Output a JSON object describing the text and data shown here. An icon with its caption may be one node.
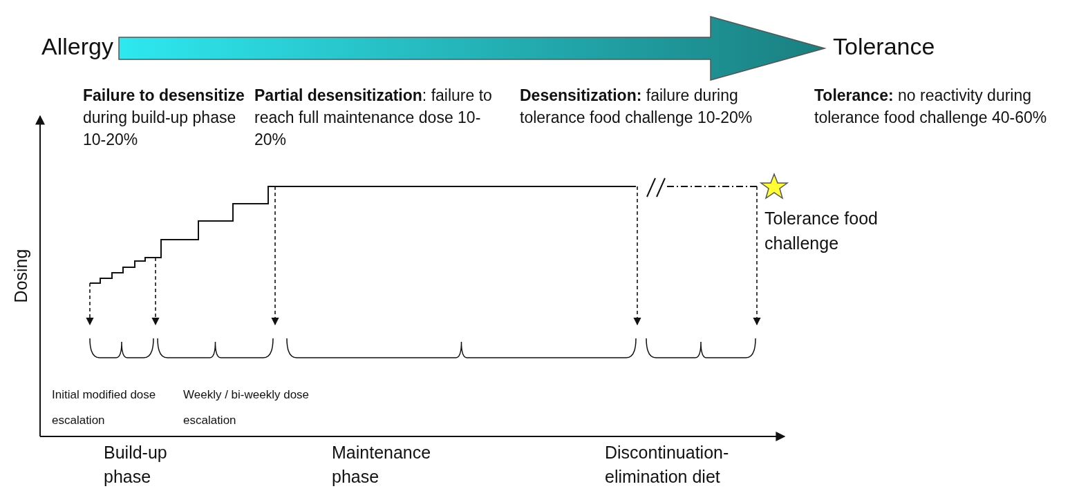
{
  "diagram": {
    "nodes": [
      {
        "text": [
          "Allergy"
        ]
      },
      {
        "text": [
          "Tolerance"
        ]
      }
    ],
    "edges": [
      {
        "from": 0,
        "to": 1,
        "arrow": "to",
        "style": "thick"
      }
    ],
    "labels": [
      "**Failure to desensitize** during build-up phase 10-20%",
      "**Partial desensitization**: failure to reach full maintenance dose 10-20%",
      "**Desensitization:** failure during tolerance food challenge 10-20%",
      "**Tolerance:** no reactivity during tolerance food challenge 40-60%",
      "Dosing",
      "Tolerance food challenge",
      "Initial modified dose escalation",
      "Weekly / bi-weekly dose escalation",
      "Build-up phase",
      "Maintenance phase",
      "Discontinuation-elimination diet"
    ]
  }
}
